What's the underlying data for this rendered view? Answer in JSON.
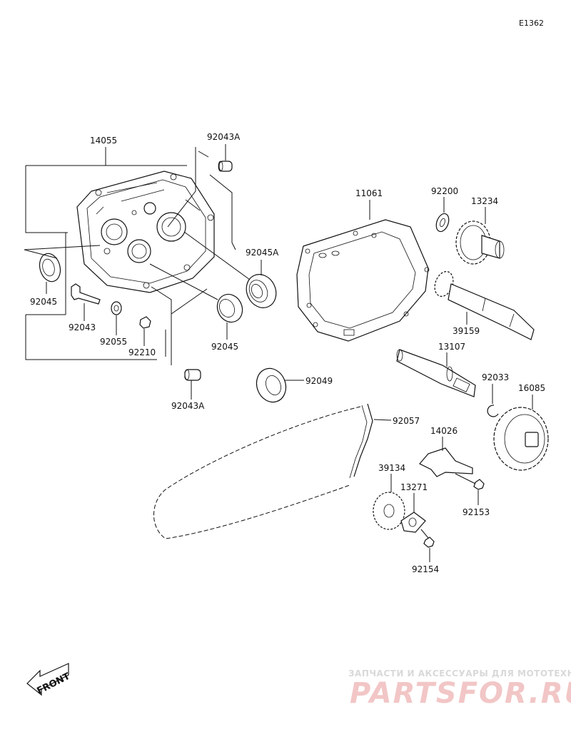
{
  "diagram_code": "E1362",
  "parts": {
    "p14055": "14055",
    "p92043A_top": "92043A",
    "p92045A": "92045A",
    "p92045_left": "92045",
    "p92043": "92043",
    "p92055": "92055",
    "p92210": "92210",
    "p92045_mid": "92045",
    "p92043A_bottom": "92043A",
    "p11061": "11061",
    "p92200": "92200",
    "p13234": "13234",
    "p39159": "39159",
    "p13107": "13107",
    "p92033": "92033",
    "p16085": "16085",
    "p92049": "92049",
    "p92057": "92057",
    "p14026": "14026",
    "p39134": "39134",
    "p13271": "13271",
    "p92153": "92153",
    "p92154": "92154"
  },
  "front_label": "FRONT",
  "watermark": {
    "tagline": "ЗАПЧАСТИ И АКСЕССУАРЫ ДЛЯ МОТОТЕХНИКИ",
    "brand": "PARTSFOR.RU"
  }
}
